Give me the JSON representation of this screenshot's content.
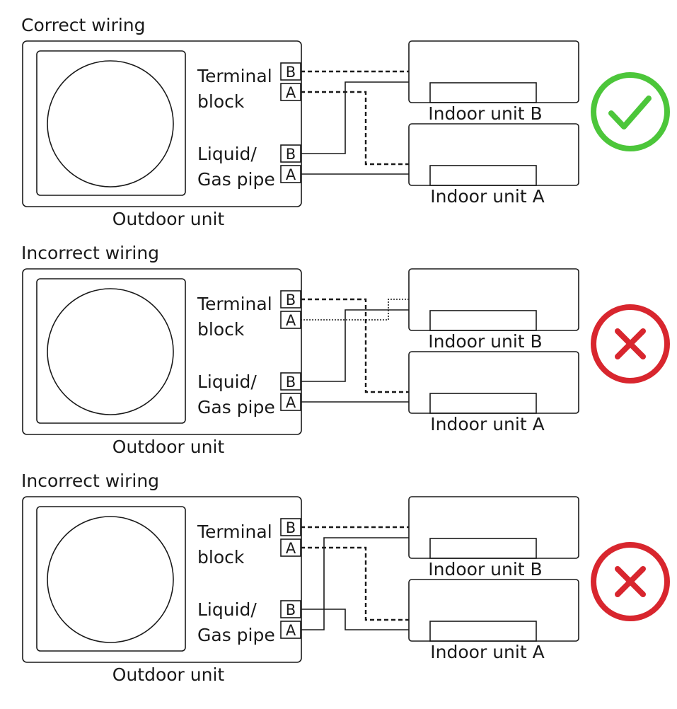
{
  "labels": {
    "terminal_1": "Terminal",
    "terminal_2": "block",
    "pipe_1": "Liquid/",
    "pipe_2": "Gas pipe",
    "port_b": "B",
    "port_a": "A",
    "outdoor_unit": "Outdoor unit",
    "indoor_unit_b": "Indoor unit B",
    "indoor_unit_a": "Indoor unit A"
  },
  "panels": [
    {
      "title": "Correct wiring",
      "status": "correct",
      "status_icon": "checkmark-icon"
    },
    {
      "title": "Incorrect wiring",
      "status": "incorrect",
      "status_icon": "cross-icon"
    },
    {
      "title": "Incorrect wiring",
      "status": "incorrect",
      "status_icon": "cross-icon"
    }
  ],
  "colors": {
    "correct": "#4cc63a",
    "incorrect": "#d8262e",
    "line": "#1a1a1a"
  }
}
